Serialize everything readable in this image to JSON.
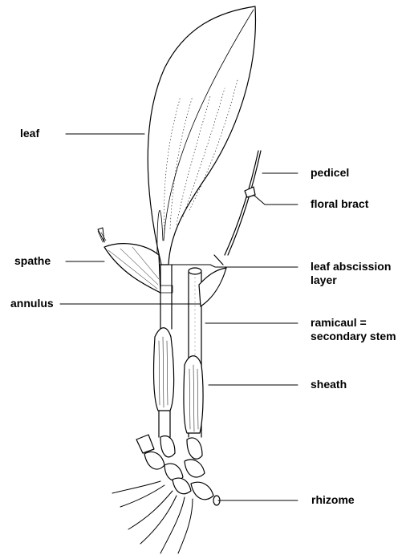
{
  "labels": {
    "leaf": "leaf",
    "spathe": "spathe",
    "annulus": "annulus",
    "pedicel": "pedicel",
    "floral_bract": "floral bract",
    "leaf_abscission_1": "leaf abscission",
    "leaf_abscission_2": "layer",
    "ramicaul_1": "ramicaul =",
    "ramicaul_2": "secondary stem",
    "sheath": "sheath",
    "rhizome": "rhizome"
  },
  "colors": {
    "ink": "#000000",
    "background": "#ffffff"
  }
}
